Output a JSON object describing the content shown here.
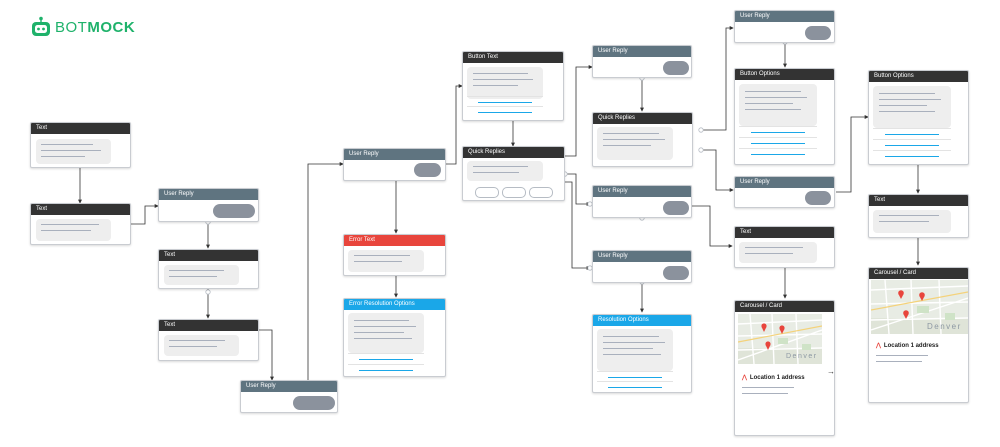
{
  "brand": {
    "part1": "BOT",
    "part2": "MOCK",
    "color": "#1fb26b"
  },
  "colors": {
    "header_dark": "#333333",
    "header_user": "#5f7480",
    "header_error": "#e8453c",
    "header_info": "#1aa7e8",
    "connector": "#333333"
  },
  "cards": {
    "text1": {
      "title": "Text"
    },
    "text2": {
      "title": "Text"
    },
    "user1": {
      "title": "User Reply"
    },
    "text3": {
      "title": "Text"
    },
    "text4": {
      "title": "Text"
    },
    "user2": {
      "title": "User Reply"
    },
    "user3": {
      "title": "User Reply"
    },
    "error": {
      "title": "Error Text"
    },
    "errres": {
      "title": "Error Resolution Options"
    },
    "button1": {
      "title": "Button Text"
    },
    "qr1": {
      "title": "Quick Replies"
    },
    "user4": {
      "title": "User Reply"
    },
    "qr2": {
      "title": "Quick Replies"
    },
    "user5": {
      "title": "User Reply"
    },
    "user6": {
      "title": "User Reply"
    },
    "resopts": {
      "title": "Resolution Options"
    },
    "user7": {
      "title": "User Reply"
    },
    "btnopts1": {
      "title": "Button Options"
    },
    "user8": {
      "title": "User Reply"
    },
    "text5": {
      "title": "Text"
    },
    "carousel1": {
      "title": "Carousel / Card",
      "location": "Location 1 address"
    },
    "btnopts2": {
      "title": "Button Options"
    },
    "text6": {
      "title": "Text"
    },
    "carousel2": {
      "title": "Carousel / Card",
      "location": "Location 1 address"
    }
  }
}
